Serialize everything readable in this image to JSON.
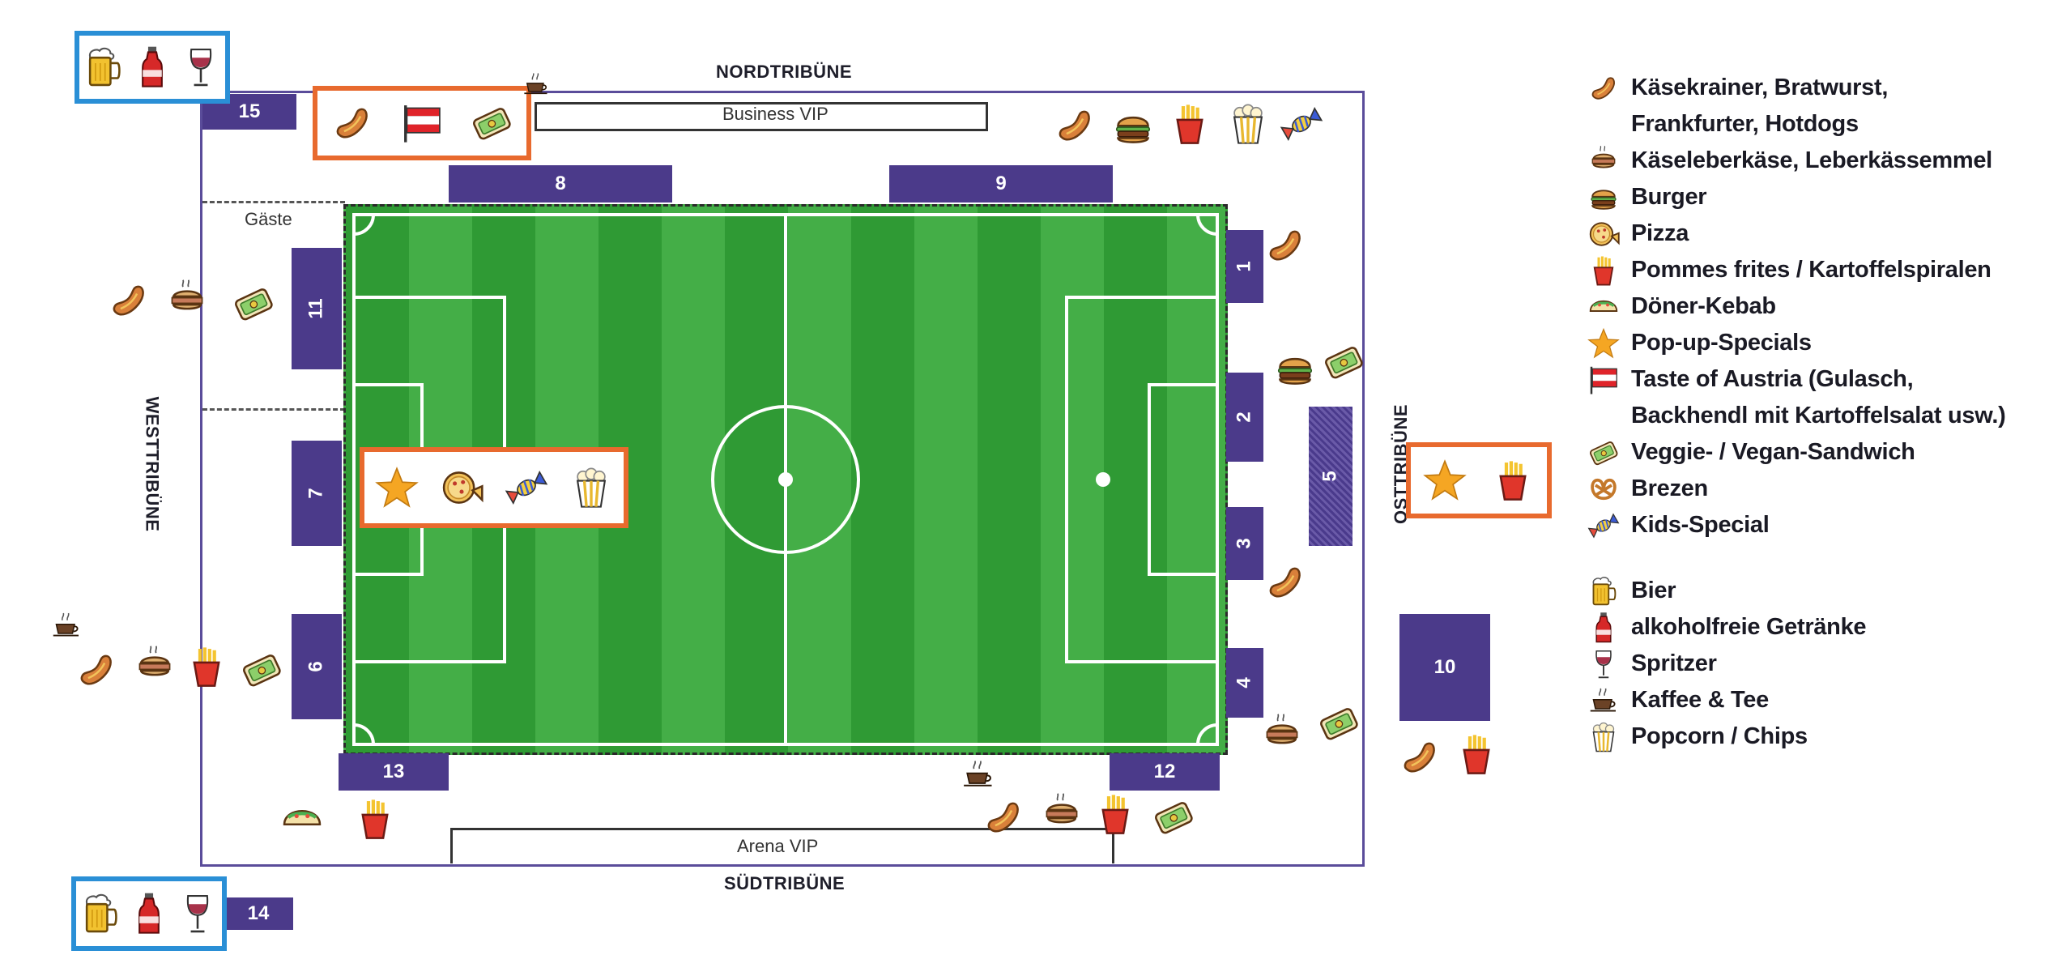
{
  "colors": {
    "block": "#4b3a8a",
    "pitch_light": "#44ae47",
    "pitch_dark": "#2f9a34",
    "food_box": "#e86a2e",
    "drink_box": "#2a8fd6"
  },
  "tribunes": {
    "north": "NORDTRIBÜNE",
    "south": "SÜDTRIBÜNE",
    "west": "WESTTRIBÜNE",
    "east": "OSTTRIBÜNE"
  },
  "areas": {
    "business_vip": "Business VIP",
    "arena_vip": "Arena VIP",
    "guests": "Gäste"
  },
  "blocks": [
    "1",
    "2",
    "3",
    "4",
    "5",
    "6",
    "7",
    "8",
    "9",
    "10",
    "11",
    "12",
    "13",
    "14",
    "15"
  ],
  "legend": {
    "food": [
      {
        "icon": "sausage-icon",
        "lines": [
          "Käsekrainer, Bratwurst,",
          "Frankfurter, Hotdogs"
        ]
      },
      {
        "icon": "leberkaese-icon",
        "lines": [
          "Käseleberkäse, Leberkässemmel"
        ]
      },
      {
        "icon": "burger-icon",
        "lines": [
          "Burger"
        ]
      },
      {
        "icon": "pizza-icon",
        "lines": [
          "Pizza"
        ]
      },
      {
        "icon": "fries-icon",
        "lines": [
          "Pommes frites / Kartoffelspiralen"
        ]
      },
      {
        "icon": "kebab-icon",
        "lines": [
          "Döner-Kebab"
        ]
      },
      {
        "icon": "star-icon",
        "lines": [
          "Pop-up-Specials"
        ]
      },
      {
        "icon": "austria-flag-icon",
        "lines": [
          "Taste of Austria (Gulasch,",
          "Backhendl mit Kartoffelsalat usw.)"
        ]
      },
      {
        "icon": "sandwich-icon",
        "lines": [
          "Veggie- / Vegan-Sandwich"
        ]
      },
      {
        "icon": "pretzel-icon",
        "lines": [
          "Brezen"
        ]
      },
      {
        "icon": "candy-icon",
        "lines": [
          "Kids-Special"
        ]
      }
    ],
    "drinks": [
      {
        "icon": "beer-icon",
        "lines": [
          "Bier"
        ]
      },
      {
        "icon": "soda-bottle-icon",
        "lines": [
          "alkoholfreie Getränke"
        ]
      },
      {
        "icon": "wine-glass-icon",
        "lines": [
          "Spritzer"
        ]
      },
      {
        "icon": "coffee-icon",
        "lines": [
          "Kaffee & Tee"
        ]
      },
      {
        "icon": "popcorn-icon",
        "lines": [
          "Popcorn / Chips"
        ]
      }
    ]
  }
}
